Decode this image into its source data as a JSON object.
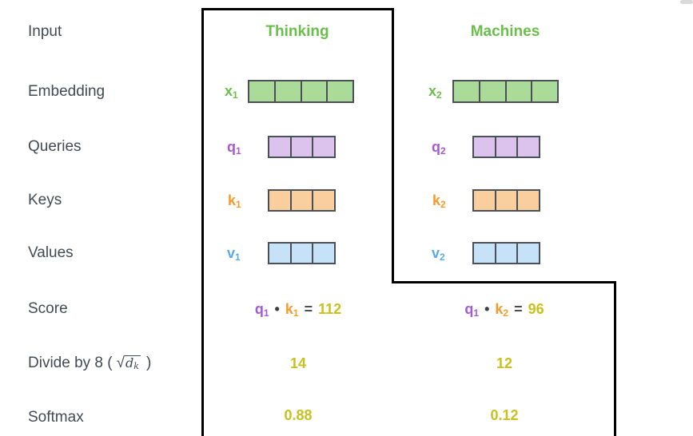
{
  "row_labels": {
    "input": "Input",
    "embedding": "Embedding",
    "queries": "Queries",
    "keys": "Keys",
    "values": "Values",
    "score": "Score",
    "divide": {
      "prefix": "Divide by 8 (",
      "radical": "√",
      "variable": "d",
      "variable_sub": "k",
      "suffix": ")"
    },
    "softmax": "Softmax"
  },
  "columns": {
    "col1": {
      "title": "Thinking",
      "embedding": {
        "base": "x",
        "sub": "1",
        "cells": 4
      },
      "query": {
        "base": "q",
        "sub": "1",
        "cells": 3
      },
      "key": {
        "base": "k",
        "sub": "1",
        "cells": 3
      },
      "value": {
        "base": "v",
        "sub": "1",
        "cells": 3
      },
      "score": {
        "q_base": "q",
        "q_sub": "1",
        "dot": "•",
        "k_base": "k",
        "k_sub": "1",
        "equals": "=",
        "result": "112"
      },
      "divide_result": "14",
      "softmax_result": "0.88"
    },
    "col2": {
      "title": "Machines",
      "embedding": {
        "base": "x",
        "sub": "2",
        "cells": 4
      },
      "query": {
        "base": "q",
        "sub": "2",
        "cells": 3
      },
      "key": {
        "base": "k",
        "sub": "2",
        "cells": 3
      },
      "value": {
        "base": "v",
        "sub": "2",
        "cells": 3
      },
      "score": {
        "q_base": "q",
        "q_sub": "1",
        "dot": "•",
        "k_base": "k",
        "k_sub": "2",
        "equals": "=",
        "result": "96"
      },
      "divide_result": "12",
      "softmax_result": "0.12"
    }
  },
  "colors": {
    "label_text": "#424A54",
    "green_text": "#6ABE4B",
    "green_fill": "#ABDB99",
    "purple_text": "#A25BD5",
    "purple_fill": "#DCC3EE",
    "orange_text": "#F59B2B",
    "orange_fill": "#F9CF9E",
    "blue_text": "#5AA8EC",
    "blue_fill": "#C6E2F8",
    "yellow_text": "#C9C01E",
    "cell_border": "#4A4F58",
    "outline": "#000000"
  }
}
